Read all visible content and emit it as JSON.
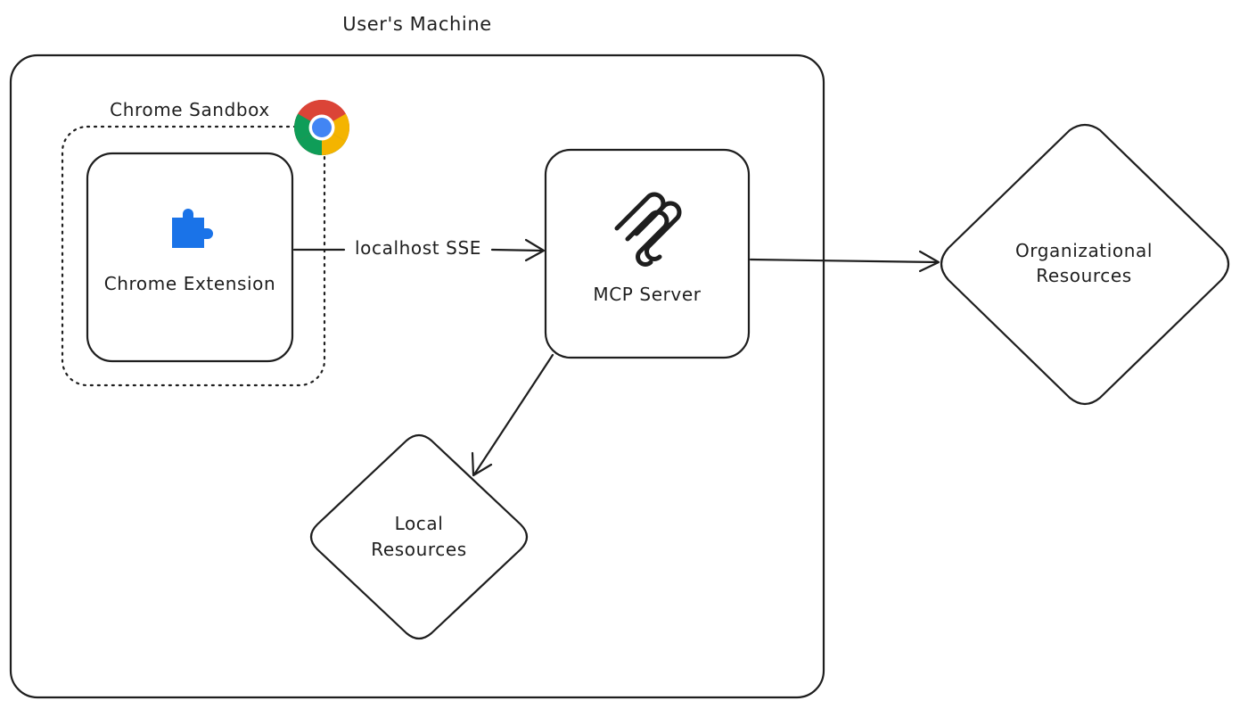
{
  "diagram": {
    "machine": {
      "title": "User's Machine"
    },
    "sandbox": {
      "label": "Chrome Sandbox",
      "icon": "chrome-logo-icon"
    },
    "extension": {
      "label": "Chrome Extension",
      "icon": "puzzle-piece-icon"
    },
    "mcp_server": {
      "label": "MCP Server",
      "icon": "mcp-logo-icon"
    },
    "org_resources": {
      "line1": "Organizational",
      "line2": "Resources"
    },
    "local_resources": {
      "line1": "Local",
      "line2": "Resources"
    },
    "edges": [
      {
        "from": "Chrome Extension",
        "to": "MCP Server",
        "label": "localhost SSE"
      },
      {
        "from": "MCP Server",
        "to": "Organizational Resources",
        "label": ""
      },
      {
        "from": "MCP Server",
        "to": "Local Resources",
        "label": ""
      }
    ],
    "colors": {
      "stroke": "#1e1e1e",
      "puzzle_blue": "#1a73e8",
      "chrome_red": "#db4437",
      "chrome_yellow": "#f4b400",
      "chrome_green": "#0f9d58",
      "chrome_blue": "#4285f4"
    }
  }
}
